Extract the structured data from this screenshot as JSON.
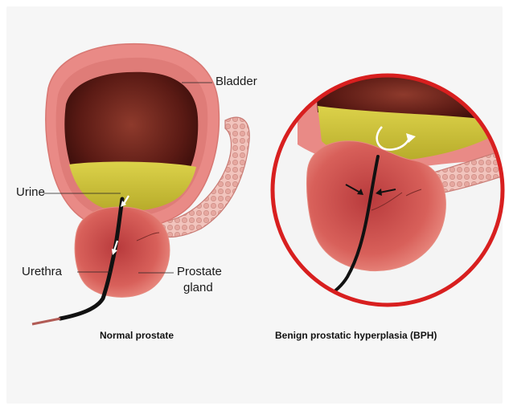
{
  "labels": {
    "bladder": "Bladder",
    "urine": "Urine",
    "urethra": "Urethra",
    "prostate_line1": "Prostate",
    "prostate_line2": "gland"
  },
  "captions": {
    "normal": "Normal prostate",
    "bph": "Benign prostatic hyperplasia (BPH)"
  },
  "colors": {
    "background": "#f6f6f6",
    "bladder_wall": "#e98a86",
    "bladder_interior": "#5a1a14",
    "urine": "#cfc43a",
    "prostate": "#d45a52",
    "ring": "#d81f1f"
  }
}
